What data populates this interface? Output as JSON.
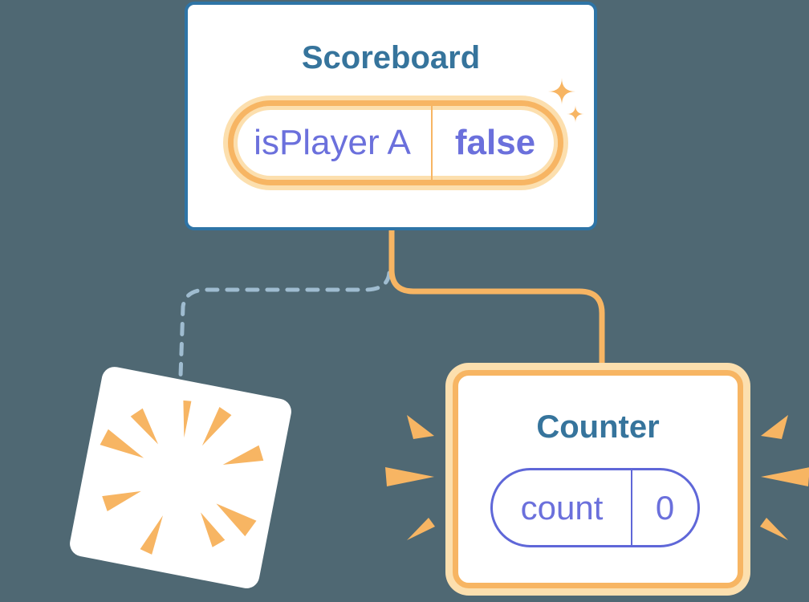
{
  "colors": {
    "background": "#4F6873",
    "card_white": "#FFFFFF",
    "blue_border": "#2E74A6",
    "heading_blue": "#36749C",
    "orange": "#F7B563",
    "orange_light": "#FCDFAE",
    "purple_text": "#6B70DC",
    "purple_border": "#5F67D8",
    "dash_blue": "#9FBCD0"
  },
  "scoreboard": {
    "title": "Scoreboard",
    "state": {
      "name": "isPlayer A",
      "value": "false"
    }
  },
  "counter": {
    "title": "Counter",
    "state": {
      "name": "count",
      "value": "0"
    }
  },
  "icons": {
    "sparkle": "sparkle-stars-icon",
    "poof": "poof-burst-icon",
    "emphasis_left": "emphasis-burst-left-icon",
    "emphasis_right": "emphasis-burst-right-icon"
  }
}
